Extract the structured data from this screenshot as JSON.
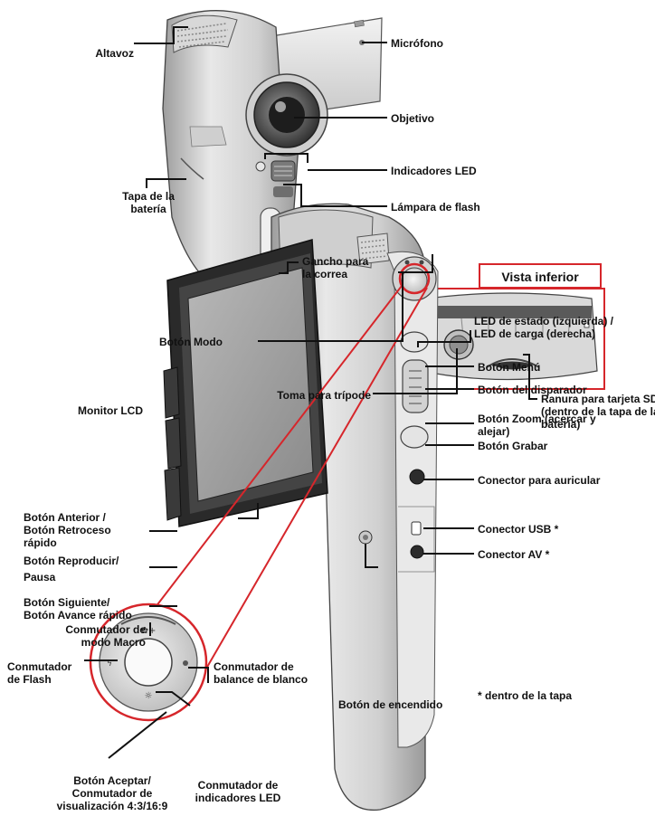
{
  "labels": {
    "altavoz": "Altavoz",
    "microfono": "Micrófono",
    "objetivo": "Objetivo",
    "indicadores_led": "Indicadores LED",
    "lampara_flash": "Lámpara de flash",
    "tapa_bateria": [
      "Tapa de la",
      "batería"
    ],
    "gancho_correa": [
      "Gancho para",
      "la correa"
    ],
    "vista_inferior": "Vista inferior",
    "toma_tripode": "Toma para trípode",
    "ranura_sd": [
      "Ranura para tarjeta SD/MMC",
      "(dentro de la tapa de la",
      "batería)"
    ],
    "boton_modo": "Botón Modo",
    "led_estado": [
      "LED de estado (izquierda) /",
      "LED de carga (derecha)"
    ],
    "boton_menu": "Botón Menú",
    "monitor_lcd": "Monitor LCD",
    "boton_disparador": "Botón del disparador",
    "boton_anterior": [
      "Botón Anterior /",
      "Botón Retroceso",
      "rápido"
    ],
    "boton_zoom": [
      "Botón Zoom (acercar y",
      "alejar)"
    ],
    "boton_reproducir": [
      "Botón Reproducir/",
      "Pausa"
    ],
    "boton_grabar": "Botón Grabar",
    "boton_siguiente": [
      "Botón Siguiente/",
      "Botón Avance rápido"
    ],
    "conector_auricular": "Conector para auricular",
    "conmutador_macro": [
      "Conmutador de",
      "modo Macro"
    ],
    "conector_usb": "Conector USB *",
    "conector_av": "Conector AV *",
    "conmutador_flash": [
      "Conmutador",
      "de Flash"
    ],
    "conmutador_balance": [
      "Conmutador de",
      "balance de blanco"
    ],
    "dentro_tapa": "* dentro de la tapa",
    "boton_encendido": "Botón de encendido",
    "boton_aceptar": [
      "Botón Aceptar/",
      "Conmutador de",
      "visualización 4:3/16:9"
    ],
    "conmutador_led": [
      "Conmutador de",
      "indicadores LED"
    ]
  },
  "colors": {
    "accent": "#d6262b",
    "line": "#111111",
    "body_light": "#e4e4e4",
    "body_mid": "#bdbdbd",
    "lcd_frame": "#2a2a2a",
    "lcd_screen": "#9a9a9a"
  }
}
